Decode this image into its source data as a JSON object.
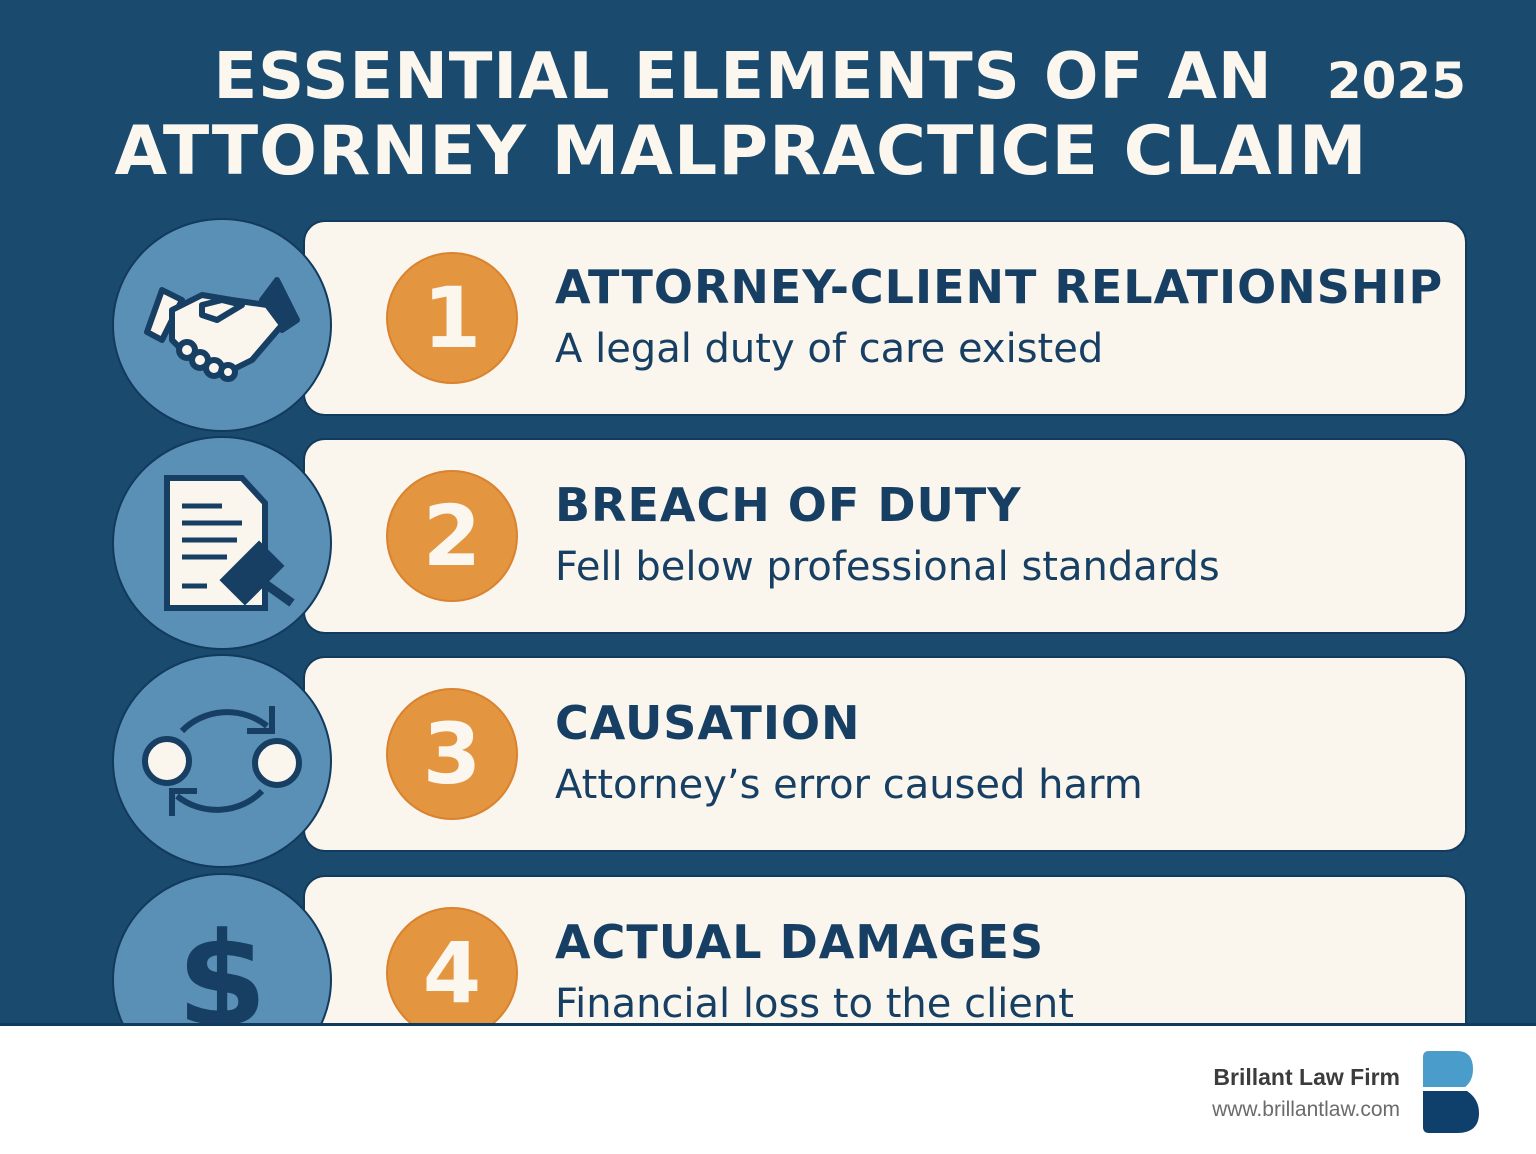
{
  "header": {
    "title_line1": "ESSENTIAL ELEMENTS OF AN",
    "title_line2": "ATTORNEY MALPRACTICE CLAIM",
    "year": "2025"
  },
  "elements": [
    {
      "number": "1",
      "title": "ATTORNEY-CLIENT RELATIONSHIP",
      "subtitle": "A legal duty of care existed",
      "icon": "handshake-icon"
    },
    {
      "number": "2",
      "title": "BREACH OF DUTY",
      "subtitle": "Fell below professional standards",
      "icon": "document-gavel-icon"
    },
    {
      "number": "3",
      "title": "CAUSATION",
      "subtitle": "Attorney’s error caused harm",
      "icon": "cycle-arrows-icon"
    },
    {
      "number": "4",
      "title": "ACTUAL DAMAGES",
      "subtitle": "Financial loss to the client",
      "icon": "dollar-icon"
    }
  ],
  "footer": {
    "firm_name": "Brillant Law Firm",
    "url": "www.brillantlaw.com",
    "logo_letter": "B"
  },
  "colors": {
    "background": "#1b4a6f",
    "card": "#faf6ee",
    "accent": "#e39540",
    "icon_circle": "#5b90b6",
    "text_dark": "#173f63"
  }
}
